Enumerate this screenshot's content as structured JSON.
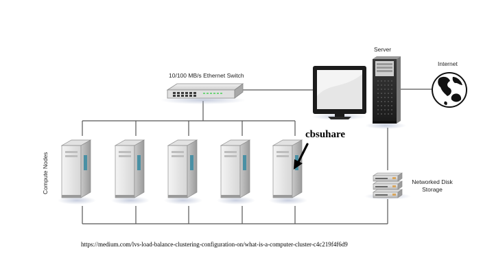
{
  "diagram": {
    "switch_label": "10/100 MB/s Ethernet Switch",
    "server_label": "Server",
    "internet_label": "Internet",
    "compute_label": "Compute Nodes",
    "storage_label_line1": "Networked Disk",
    "storage_label_line2": "Storage",
    "annotation": "cbsuhare",
    "source": "https://medium.com/lvs-load-balance-clustering-configuration-on/what-is-a-computer-cluster-c4c219f4f6d9"
  },
  "icons": {
    "switch": "ethernet-switch-icon",
    "monitor": "monitor-icon",
    "server": "server-tower-icon",
    "globe": "globe-icon",
    "storage": "disk-storage-icon",
    "node": "compute-node-icon",
    "arrow": "arrow-icon"
  },
  "colors": {
    "line": "#555555",
    "node_screen": "#4a90a4",
    "switch_leds": "#6fd37a"
  },
  "compute_nodes": [
    {
      "id": "node-1"
    },
    {
      "id": "node-2"
    },
    {
      "id": "node-3"
    },
    {
      "id": "node-4"
    },
    {
      "id": "node-5"
    }
  ]
}
